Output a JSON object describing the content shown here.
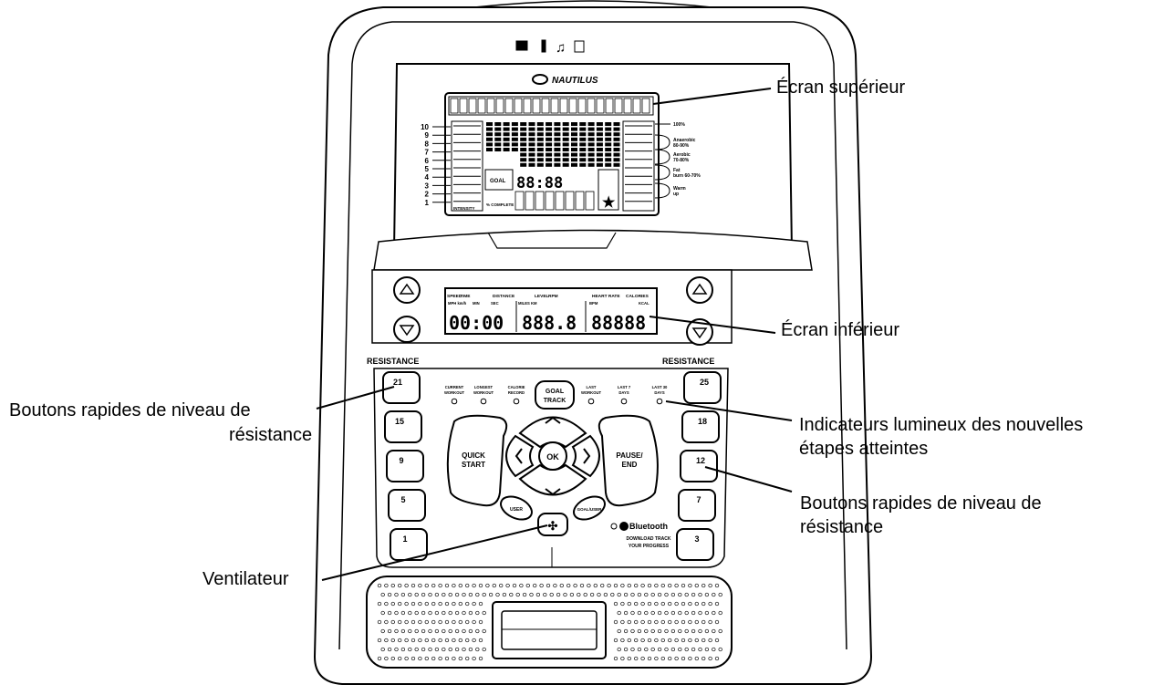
{
  "callouts": {
    "top_display": "Écran supérieur",
    "bottom_display": "Écran inférieur",
    "quick_keys_left_line1": "Boutons rapides de niveau de",
    "quick_keys_left_line2": "résistance",
    "indicators_line1": "Indicateurs lumineux des nouvelles",
    "indicators_line2": "étapes atteintes",
    "quick_keys_right_line1": "Boutons rapides de niveau de",
    "quick_keys_right_line2": "résistance",
    "fan": "Ventilateur"
  },
  "console": {
    "brand": "NAUTILUS",
    "upper": {
      "intensity_scale": [
        "10",
        "9",
        "8",
        "7",
        "6",
        "5",
        "4",
        "3",
        "2",
        "1"
      ],
      "intensity_label": "INTENSITY",
      "goal_label": "GOAL",
      "complete_label": "% COMPLETE",
      "goal_digits": "88:88",
      "hr_zones": [
        "100%",
        "Anaerobic 80-90%",
        "Aerobic 70-80%",
        "Fat burn 60-70%",
        "Warm up"
      ]
    },
    "lower": {
      "headers": [
        "SPEED",
        "TIME",
        "DISTANCE",
        "LEVEL",
        "RPM",
        "HEART RATE",
        "CALORIES"
      ],
      "subheaders": [
        "MPH km/h",
        "MIN",
        "SEC",
        "MILES KM",
        "BPM",
        "KCAL"
      ],
      "digits_time": "00:00",
      "digits_middle": "888.8",
      "digits_right": "88888"
    },
    "resistance_label": "RESISTANCE",
    "left_quick_keys": [
      "21",
      "15",
      "9",
      "5",
      "1"
    ],
    "right_quick_keys": [
      "25",
      "18",
      "12",
      "7",
      "3"
    ],
    "indicators": [
      "CURRENT WORKOUT",
      "LONGEST WORKOUT",
      "CALORIE RECORD",
      "LAST WORKOUT",
      "LAST 7 DAYS",
      "LAST 30 DAYS"
    ],
    "goal_track_line1": "GOAL",
    "goal_track_line2": "TRACK",
    "quick_start_line1": "QUICK",
    "quick_start_line2": "START",
    "pause_end_line1": "PAUSE/",
    "pause_end_line2": "END",
    "ok_label": "OK",
    "user_label": "USER",
    "goal_small_label": "GOAL/USER",
    "bluetooth_label": "Bluetooth",
    "bluetooth_tagline_line1": "DOWNLOAD TRACK",
    "bluetooth_tagline_line2": "YOUR PROGRESS"
  }
}
